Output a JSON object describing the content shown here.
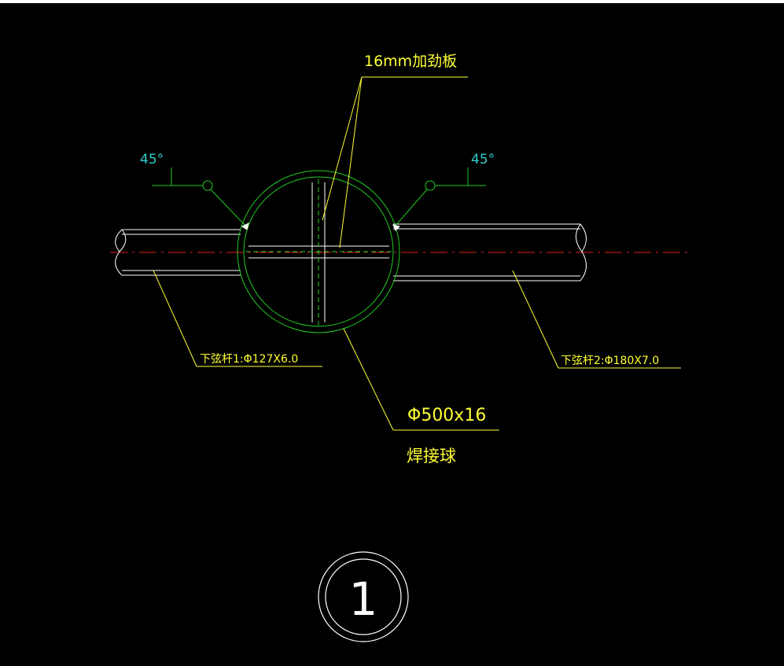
{
  "labels": {
    "stiffener": "16mm加劲板",
    "angle_left": "45°",
    "angle_right": "45°",
    "bottom_chord_1": "下弦杆1:Φ127X6.0",
    "bottom_chord_2": "下弦杆2:Φ180X7.0",
    "ball_size": "Φ500x16",
    "ball_name": "焊接球",
    "detail_number": "1"
  },
  "colors": {
    "background": "#000000",
    "pipe": "#ffffff",
    "ball": "#22cc22",
    "leader": "#ffff33",
    "weld_symbol": "#22cc22",
    "angle_text": "#33cccc",
    "centerline": "#e02020",
    "top_bar": "#ffffff"
  }
}
